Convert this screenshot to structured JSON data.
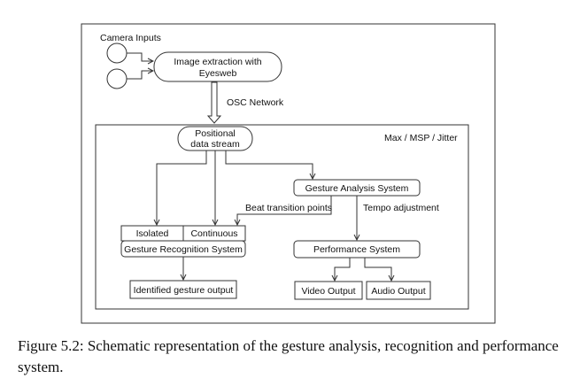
{
  "diagram": {
    "camera_inputs_label": "Camera Inputs",
    "image_extraction_line1": "Image extraction with",
    "image_extraction_line2": "Eyesweb",
    "osc_network_label": "OSC Network",
    "framework_label": "Max / MSP / Jitter",
    "positional_line1": "Positional",
    "positional_line2": "data stream",
    "gesture_analysis_system": "Gesture Analysis System",
    "beat_transition_points": "Beat transition points",
    "tempo_adjustment": "Tempo adjustment",
    "isolated": "Isolated",
    "continuous": "Continuous",
    "gesture_recognition_system": "Gesture Recognition System",
    "performance_system": "Performance System",
    "identified_gesture_output": "Identified gesture output",
    "video_output": "Video Output",
    "audio_output": "Audio Output"
  },
  "caption": {
    "text": "Figure 5.2: Schematic representation of the gesture analysis, recognition and performance system."
  }
}
